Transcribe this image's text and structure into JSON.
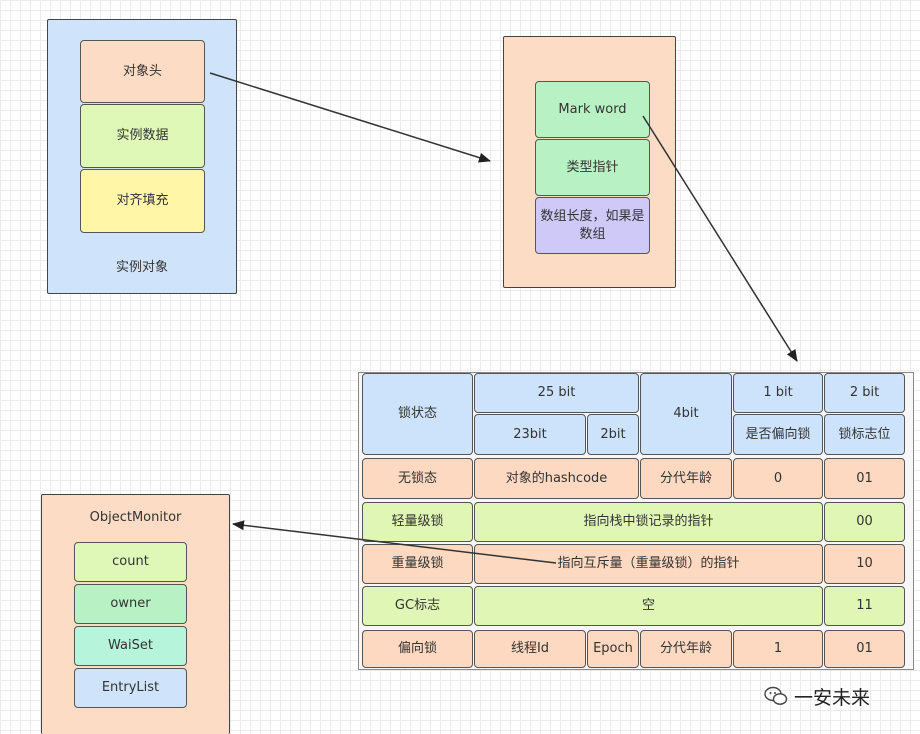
{
  "instance": {
    "title": "实例对象",
    "header": "对象头",
    "data": "实例数据",
    "padding": "对齐填充"
  },
  "header": {
    "mark_word": "Mark  word",
    "klass_pointer": "类型指针",
    "array_length": "数组长度，如果是数组"
  },
  "table": {
    "header": {
      "lock_state": "锁状态",
      "bits25": "25 bit",
      "bits23": "23bit",
      "bits2": "2bit",
      "bits4": "4bit",
      "bit1": "1 bit",
      "biased_flag": "是否偏向锁",
      "bit2": "2 bit",
      "lock_flag": "锁标志位"
    },
    "unlocked": {
      "state": "无锁态",
      "hashcode": "对象的hashcode",
      "age": "分代年龄",
      "biased": "0",
      "flag": "01"
    },
    "lightweight": {
      "state": "轻量级锁",
      "pointer": "指向栈中锁记录的指针",
      "flag": "00"
    },
    "heavyweight": {
      "state": "重量级锁",
      "pointer": "指向互斥量（重量级锁）的指针",
      "flag": "10"
    },
    "gc": {
      "state": "GC标志",
      "content": "空",
      "flag": "11"
    },
    "biased": {
      "state": "偏向锁",
      "thread": "线程Id",
      "epoch": "Epoch",
      "age": "分代年龄",
      "biased": "1",
      "flag": "01"
    }
  },
  "monitor": {
    "title": "ObjectMonitor",
    "count": "count",
    "owner": "owner",
    "waitset": "WaiSet",
    "entrylist": "EntryList"
  },
  "watermark": {
    "text": "一安未来",
    "icon": "wechat-icon"
  }
}
